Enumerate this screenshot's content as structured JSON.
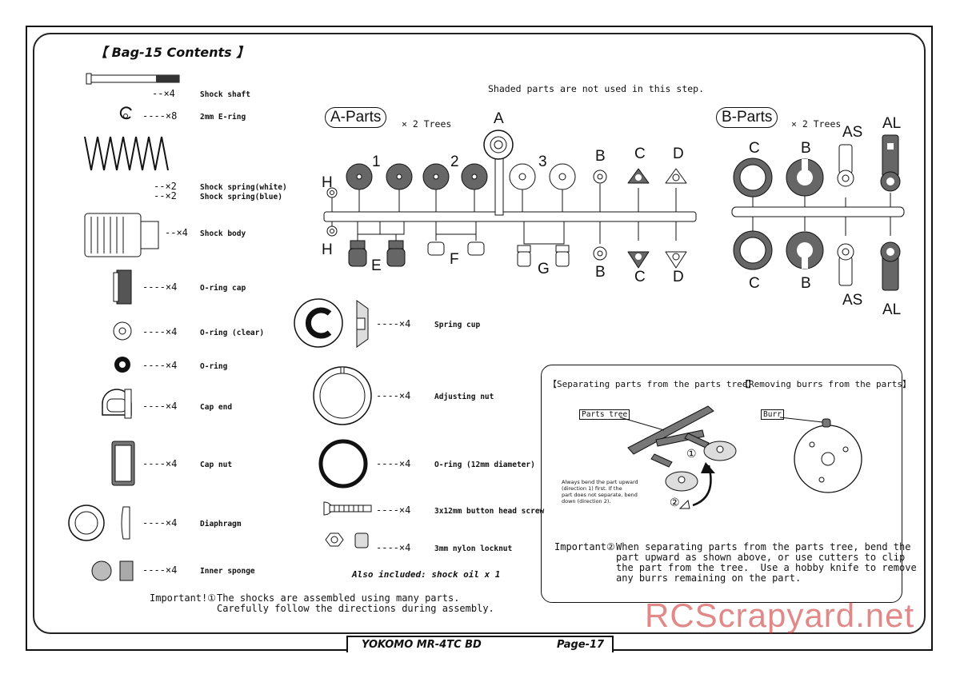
{
  "header": {
    "title": "【 Bag-15 Contents 】"
  },
  "shaded_note": "Shaded parts are not used in this step.",
  "left_parts": [
    {
      "name": "Shock shaft",
      "qty": "--×4"
    },
    {
      "name": "2mm E-ring",
      "qty": "----×8"
    },
    {
      "name": "Shock spring(white)",
      "qty": "--×2"
    },
    {
      "name": "Shock spring(blue)",
      "qty": "--×2"
    },
    {
      "name": "Shock body",
      "qty": "--×4"
    },
    {
      "name": "O-ring cap",
      "qty": "----×4"
    },
    {
      "name": "O-ring (clear)",
      "qty": "----×4"
    },
    {
      "name": "O-ring",
      "qty": "----×4"
    },
    {
      "name": "Cap end",
      "qty": "----×4"
    },
    {
      "name": "Cap nut",
      "qty": "----×4"
    },
    {
      "name": "Diaphragm",
      "qty": "----×4"
    },
    {
      "name": "Inner sponge",
      "qty": "----×4"
    }
  ],
  "middle_parts": [
    {
      "name": "Spring cup",
      "qty": "----×4"
    },
    {
      "name": "Adjusting nut",
      "qty": "----×4"
    },
    {
      "name": "O-ring (12mm diameter)",
      "qty": "----×4"
    },
    {
      "name": "3x12mm button head screw",
      "qty": "----×4"
    },
    {
      "name": "3mm nylon locknut",
      "qty": "----×4"
    }
  ],
  "also_included": "Also included: shock oil x 1",
  "a_parts": {
    "label": "A-Parts",
    "trees": "× 2 Trees",
    "letters": [
      "A",
      "1",
      "2",
      "3",
      "H",
      "H",
      "B",
      "B",
      "C",
      "C",
      "D",
      "D",
      "E",
      "F",
      "G"
    ]
  },
  "b_parts": {
    "label": "B-Parts",
    "trees": "× 2 Trees",
    "letters": [
      "C",
      "B",
      "AS",
      "AL",
      "C",
      "B",
      "AS",
      "AL"
    ]
  },
  "separating": {
    "title1": "【Separating parts from the parts tree】",
    "title2": "【Removing burrs from the parts】",
    "tag_tree": "Parts tree",
    "tag_burr": "Burr",
    "circled1": "①",
    "circled2": "②",
    "small_note": [
      "Always bend the part upward",
      "(direction 1) first. If the",
      "part does not separate, bend",
      "down (direction 2)."
    ],
    "important_label": "Important②",
    "important_lines": [
      "When separating parts from the parts tree, bend the",
      "part upward as shown above, or use cutters to clip",
      "the part from the tree.  Use a hobby knife to remove",
      "any burrs remaining on the part."
    ]
  },
  "important1": {
    "label": "Important!①",
    "lines": [
      "The shocks are assembled using many parts.",
      "Carefully follow the directions during assembly."
    ]
  },
  "footer": {
    "model": "YOKOMO MR-4TC BD",
    "page": "Page-17"
  },
  "watermark": "RCScrapyard.net"
}
